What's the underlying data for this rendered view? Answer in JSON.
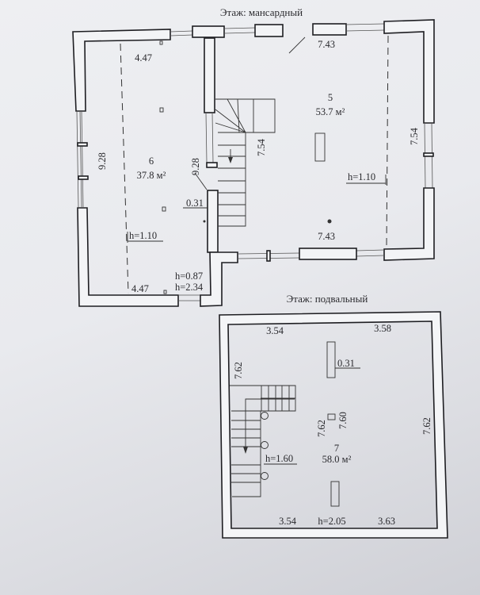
{
  "attic_floor": {
    "title": "Этаж: мансардный",
    "room6": {
      "number": "6",
      "area": "37.8 м²",
      "top_width": "4.47",
      "bottom_width": "4.47",
      "left_length": "9.28",
      "right_length": "9.28",
      "wall_thickness": "0.31",
      "height_low": "h=1.10",
      "height_a": "h=0.87",
      "height_b": "h=2.34"
    },
    "room5": {
      "number": "5",
      "area": "53.7 м²",
      "top_width": "7.43",
      "bottom_width": "7.43",
      "left_length": "7.54",
      "right_length": "7.54",
      "height_low": "h=1.10"
    }
  },
  "basement_floor": {
    "title": "Этаж: подвальный",
    "room7": {
      "number": "7",
      "area": "58.0 м²",
      "top_left": "3.54",
      "top_right": "3.58",
      "bottom_left": "3.54",
      "bottom_right": "3.63",
      "left_length": "7.62",
      "right_length": "7.62",
      "center_left": "7.62",
      "center_right": "7.60",
      "column_width": "0.31",
      "height_stair": "h=1.60",
      "height": "h=2.05"
    }
  }
}
